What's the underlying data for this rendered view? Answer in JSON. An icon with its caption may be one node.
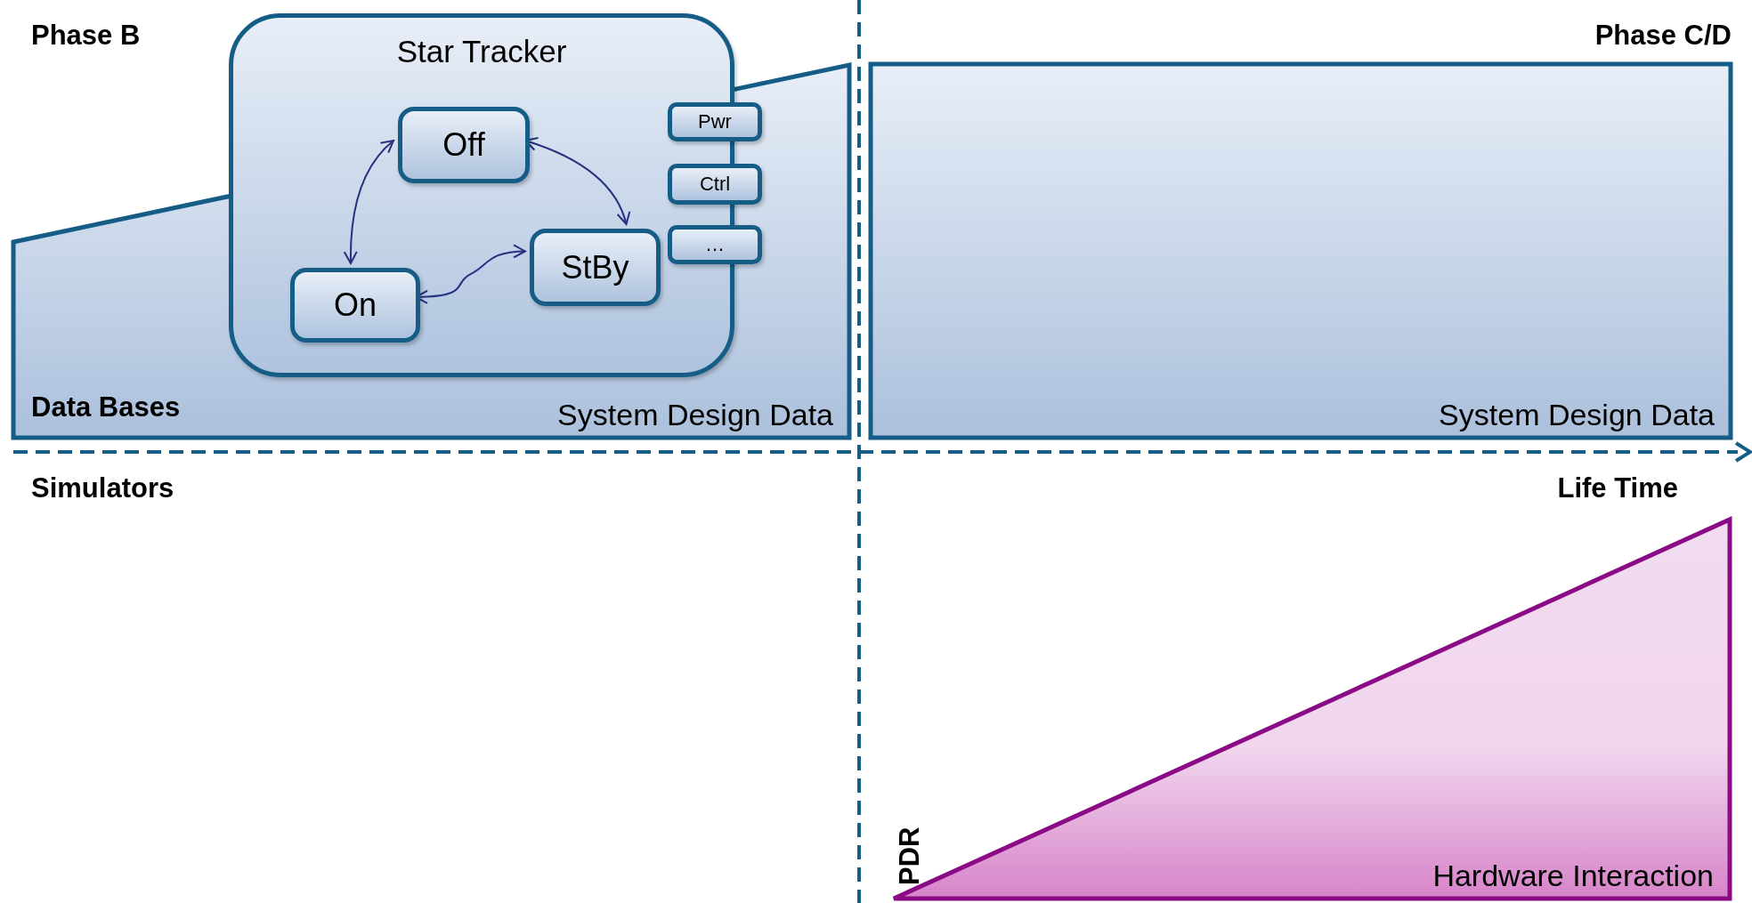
{
  "diagram": {
    "nodes": [
      {
        "text": [
          "System Design Data"
        ]
      },
      {
        "text": [
          "Star Tracker"
        ],
        "in": 0
      },
      {
        "text": [
          "Off"
        ],
        "in": 1
      },
      {
        "text": [
          "StBy"
        ],
        "in": 1
      },
      {
        "text": [
          "On"
        ],
        "in": 1
      },
      {
        "text": [
          "Pwr"
        ],
        "in": 0
      },
      {
        "text": [
          "Ctrl"
        ],
        "in": 0
      },
      {
        "text": [
          "…"
        ],
        "in": 0
      },
      {
        "text": [
          "System Design Data"
        ]
      },
      {
        "text": [
          "Hardware Interaction"
        ]
      }
    ],
    "edges": [
      {
        "from": 2,
        "to": 4,
        "arrow": "both"
      },
      {
        "from": 2,
        "to": 3,
        "arrow": "both"
      },
      {
        "from": 4,
        "to": 3,
        "arrow": "both"
      }
    ],
    "labels": [
      "Phase B",
      "Phase C/D",
      "Data Bases",
      "Simulators",
      "Life Time",
      "PDR"
    ]
  }
}
